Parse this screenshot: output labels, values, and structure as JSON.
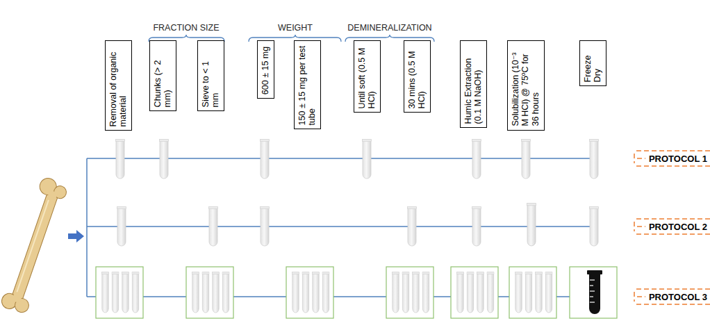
{
  "diagram": {
    "nodes": [
      {
        "text": [
          "Removal of organic material"
        ]
      },
      {
        "text": [
          "Chunks (> 2 mm)"
        ]
      },
      {
        "text": [
          "Sieve to < 1 mm"
        ]
      },
      {
        "text": [
          "600 ± 15 mg"
        ]
      },
      {
        "text": [
          "150 ± 15 mg per test tube"
        ]
      },
      {
        "text": [
          "Until soft (0.5 M HCl)"
        ]
      },
      {
        "text": [
          "30 mins (0.5 M HCl)"
        ]
      },
      {
        "text": [
          "Humic Extraction (0.1 M NaOH)"
        ]
      },
      {
        "text": [
          "Solubilization (10⁻³ M HCl) @ 75ºC for 36 hours"
        ]
      },
      {
        "text": [
          "Freeze Dry"
        ]
      }
    ],
    "labels": [
      "FRACTION SIZE",
      "WEIGHT",
      "DEMINERALIZATION",
      "PROTOCOL 1",
      "PROTOCOL 2",
      "PROTOCOL 3"
    ]
  }
}
